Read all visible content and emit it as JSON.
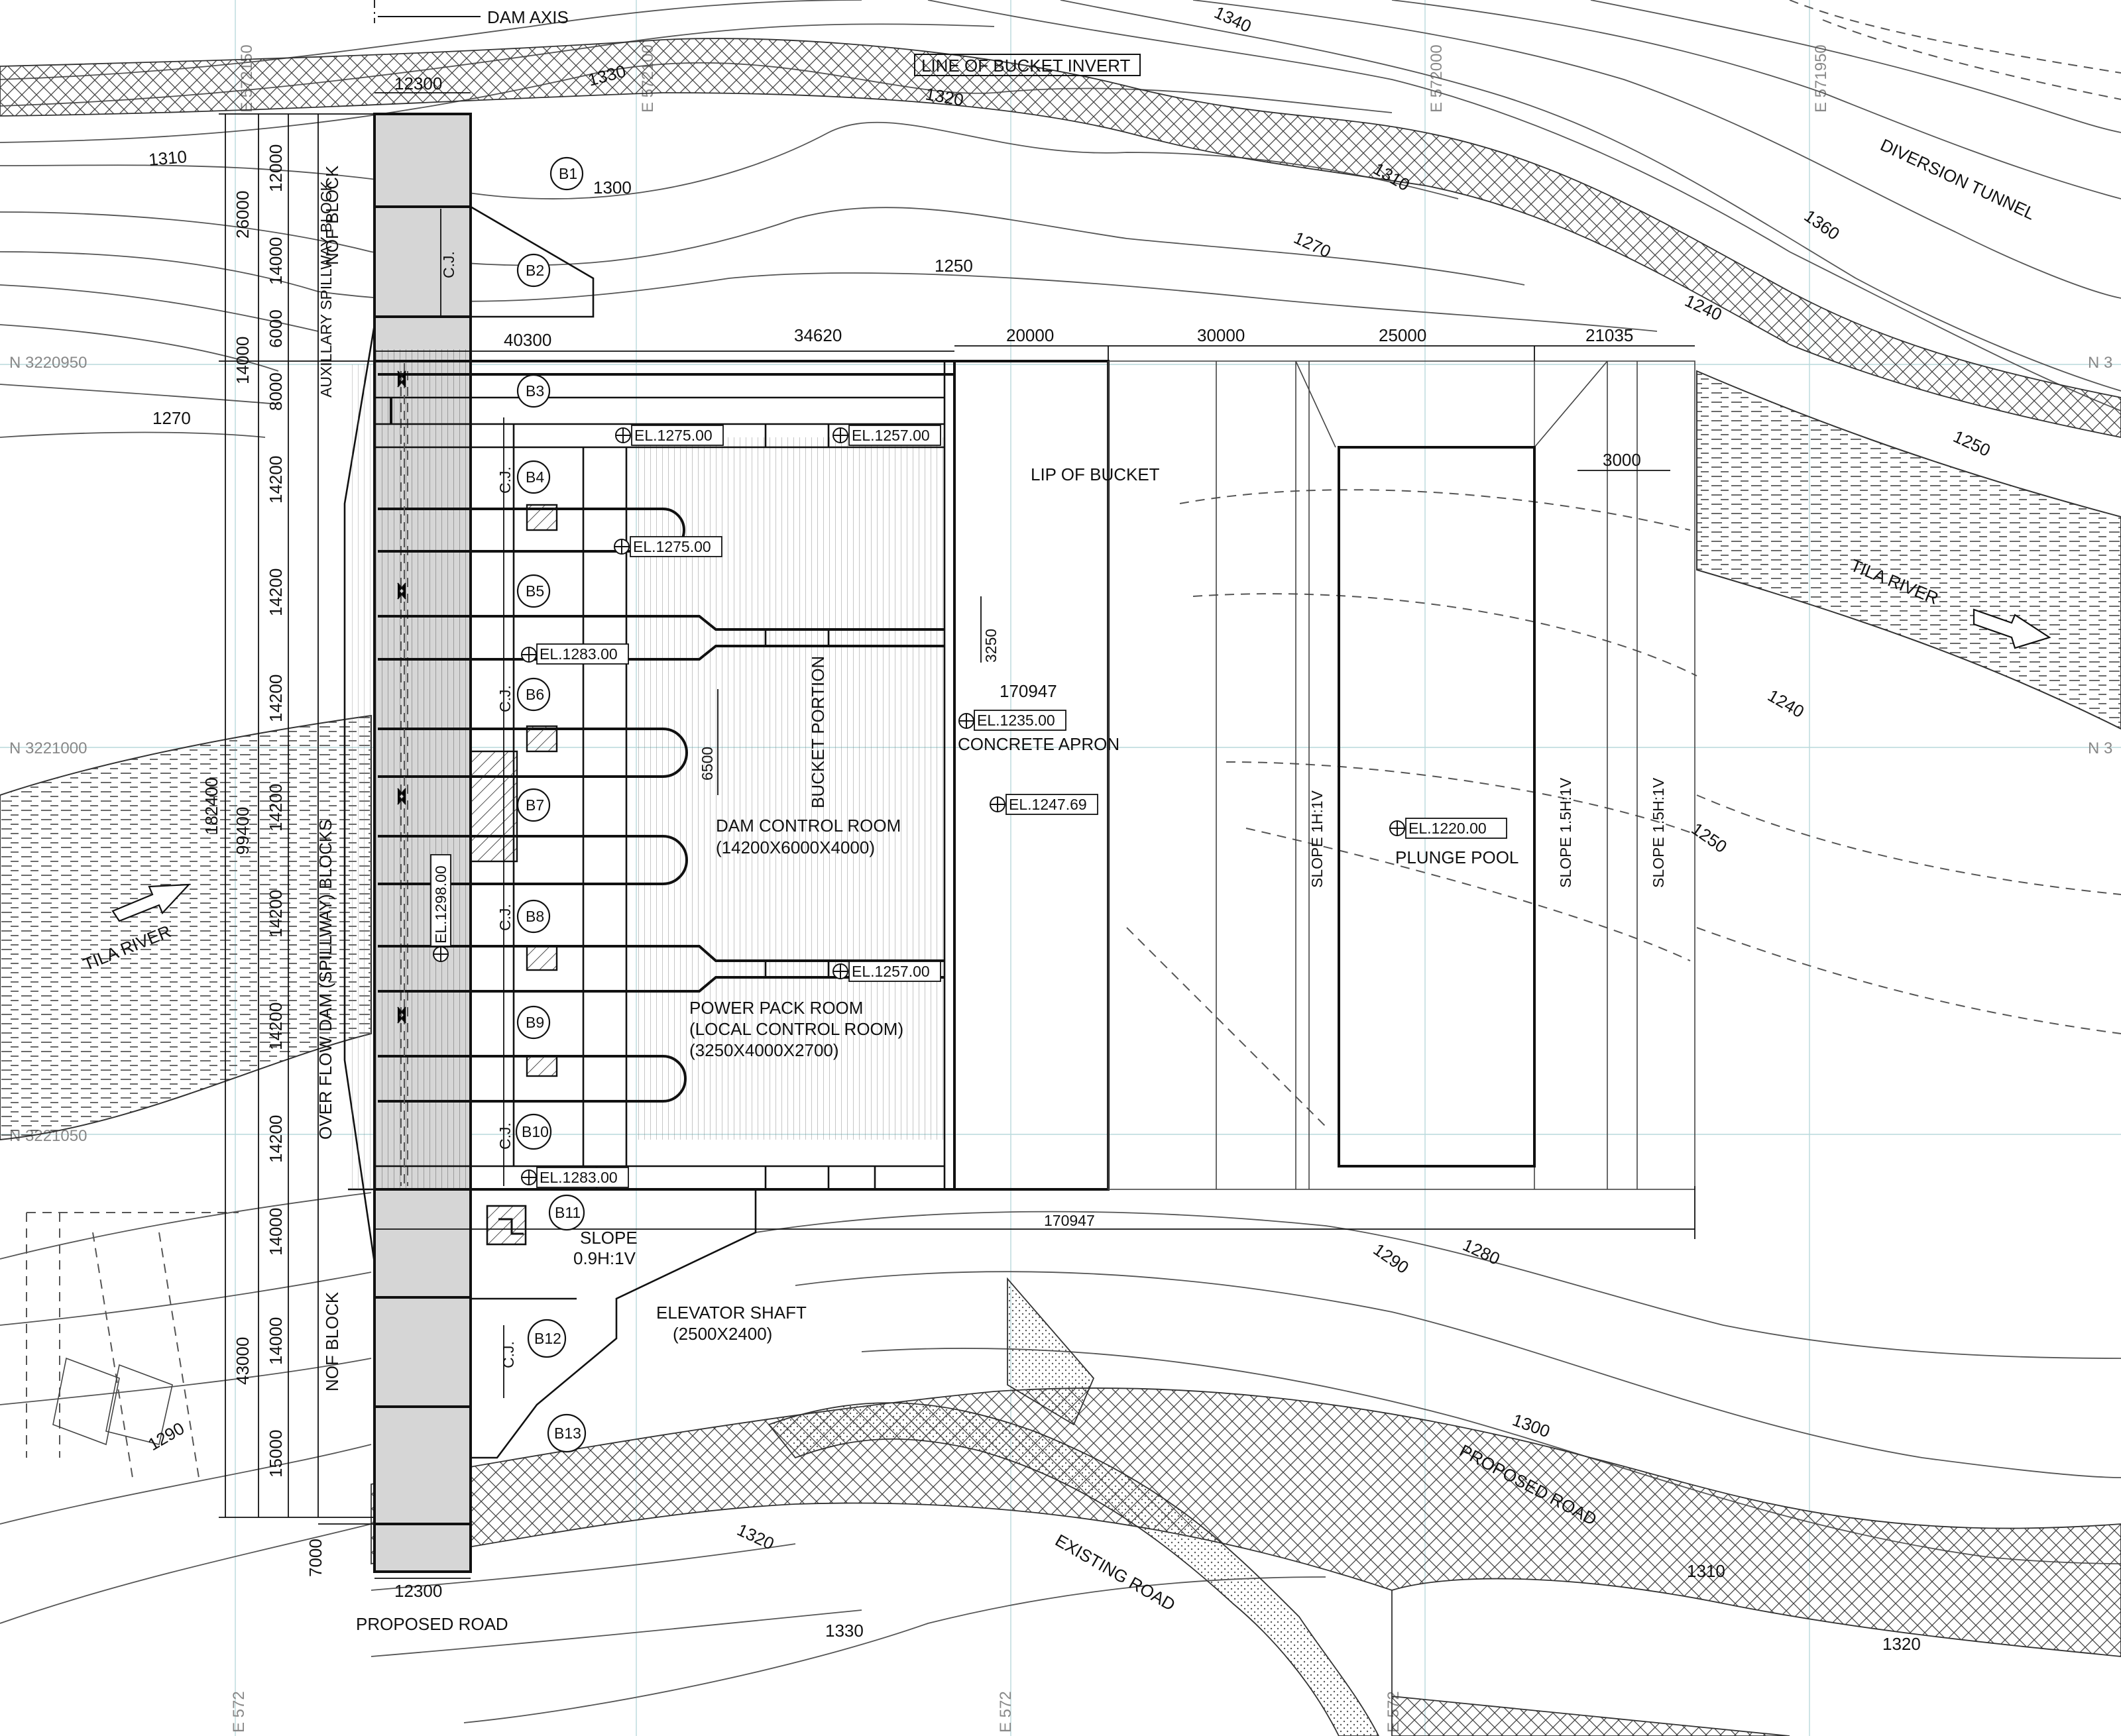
{
  "labels": {
    "dam_axis": "DAM AXIS",
    "bucket_invert": "LINE OF BUCKET INVERT",
    "diversion_tunnel": "DIVERSION TUNNEL",
    "tila_river_left": "TILA RIVER",
    "tila_river_right": "TILA RIVER",
    "nof_block_top": "NOF BLOCK",
    "nof_block_bottom": "NOF BLOCK",
    "aux_spillway": "AUXILLARY SPILLWAY BLOCK",
    "overflow": "OVER FLOW DAM (SPILLWAY) BLOCKS",
    "lip_of_bucket": "LIP OF BUCKET",
    "concrete_apron": "CONCRETE APRON",
    "bucket_portion": "BUCKET PORTION",
    "dam_control_room": "DAM CONTROL ROOM",
    "dam_control_room_dims": "(14200X6000X4000)",
    "power_pack_1": "POWER PACK ROOM",
    "power_pack_2": "(LOCAL CONTROL ROOM)",
    "power_pack_3": "(3250X4000X2700)",
    "elevator_1": "ELEVATOR SHAFT",
    "elevator_2": "(2500X2400)",
    "slope_09": "SLOPE",
    "slope_09_ratio": "0.9H:1V",
    "slope_1h": "SLOPE 1H:1V",
    "slope_15a": "SLOPE 1.5H:1V",
    "slope_15b": "SLOPE 1.5H:1V",
    "plunge_pool": "PLUNGE POOL",
    "proposed_road_right": "PROPOSED ROAD",
    "proposed_road_bottom": "PROPOSED ROAD",
    "existing_road": "EXISTING ROAD",
    "cj": "C.J."
  },
  "blocks": [
    "B1",
    "B2",
    "B3",
    "B4",
    "B5",
    "B6",
    "B7",
    "B8",
    "B9",
    "B10",
    "B11",
    "B12",
    "B13"
  ],
  "elevations": [
    "EL.1275.00",
    "EL.1257.00",
    "EL.1275.00",
    "EL.1283.00",
    "EL.1235.00",
    "EL.1247.69",
    "EL.1298.00",
    "EL.1257.00",
    "EL.1283.00",
    "EL.1220.00"
  ],
  "dimensions": {
    "top_width": "12300",
    "bottom_width": "12300",
    "d_40300": "40300",
    "d_34620": "34620",
    "d_20000": "20000",
    "d_30000": "30000",
    "d_25000": "25000",
    "d_21035": "21035",
    "d_3000": "3000",
    "d_3250": "3250",
    "d_6500": "6500",
    "d_170947": "170947",
    "left_26000": "26000",
    "left_14000a": "14000",
    "left_182400": "182400",
    "left_99400": "99400",
    "left_43000": "43000",
    "left_7000": "7000",
    "seg_12000": "12000",
    "seg_14000a": "14000",
    "seg_6000": "6000",
    "seg_8000": "8000",
    "seg_14200": "14200",
    "seg_14000b": "14000",
    "seg_14000c": "14000",
    "seg_15000": "15000"
  },
  "contours": [
    "1340",
    "1330",
    "1320",
    "1310",
    "1300",
    "1270",
    "1250",
    "1240",
    "1360",
    "1310",
    "1270",
    "1250",
    "1240",
    "1250",
    "1290",
    "1280",
    "1300",
    "1310",
    "1320",
    "1330",
    "1320",
    "1290"
  ],
  "grid_labels": [
    "N 3220950",
    "N 3221000",
    "N 3221050",
    "N 3",
    "N 3",
    "E 572150",
    "E 572100",
    "E 572000",
    "E 571950",
    "E 572",
    "E 572",
    "E 572"
  ]
}
